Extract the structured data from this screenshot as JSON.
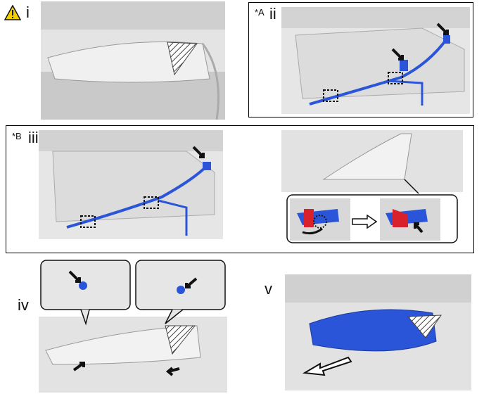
{
  "steps": {
    "i": {
      "label": "i",
      "icon": "warning-icon"
    },
    "ii": {
      "label": "ii",
      "tag": "*A"
    },
    "iii": {
      "label": "iii",
      "tag": "*B"
    },
    "iv": {
      "label": "iv"
    },
    "v": {
      "label": "v"
    }
  },
  "colors": {
    "part_blue": "#2b55d9",
    "highlight_red": "#d8212b",
    "line_gray": "#bdbdbd",
    "bg_gray": "#d9d9d9",
    "warning_yellow": "#f5d000"
  },
  "icons": [
    "warning-icon",
    "arrow-icon",
    "dashed-box-icon",
    "outline-arrow-icon",
    "pull-arrow-icon"
  ]
}
